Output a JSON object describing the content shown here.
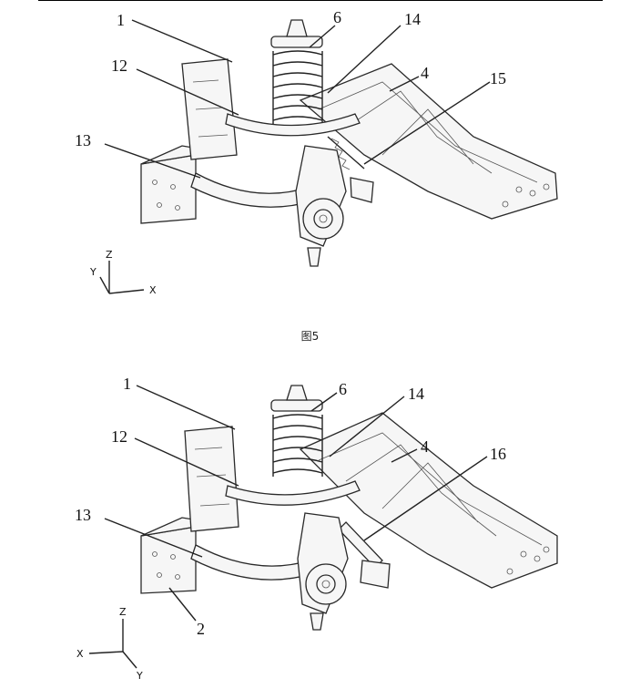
{
  "figure_caption": "图5",
  "upper_figure": {
    "callouts": [
      "1",
      "6",
      "14",
      "12",
      "4",
      "15",
      "13"
    ],
    "axes": {
      "z": "Z",
      "y": "Y",
      "x": "X"
    }
  },
  "lower_figure": {
    "callouts": [
      "1",
      "6",
      "14",
      "12",
      "4",
      "16",
      "13",
      "2"
    ],
    "axes": {
      "z": "Z",
      "x": "X",
      "y": "Y"
    }
  }
}
